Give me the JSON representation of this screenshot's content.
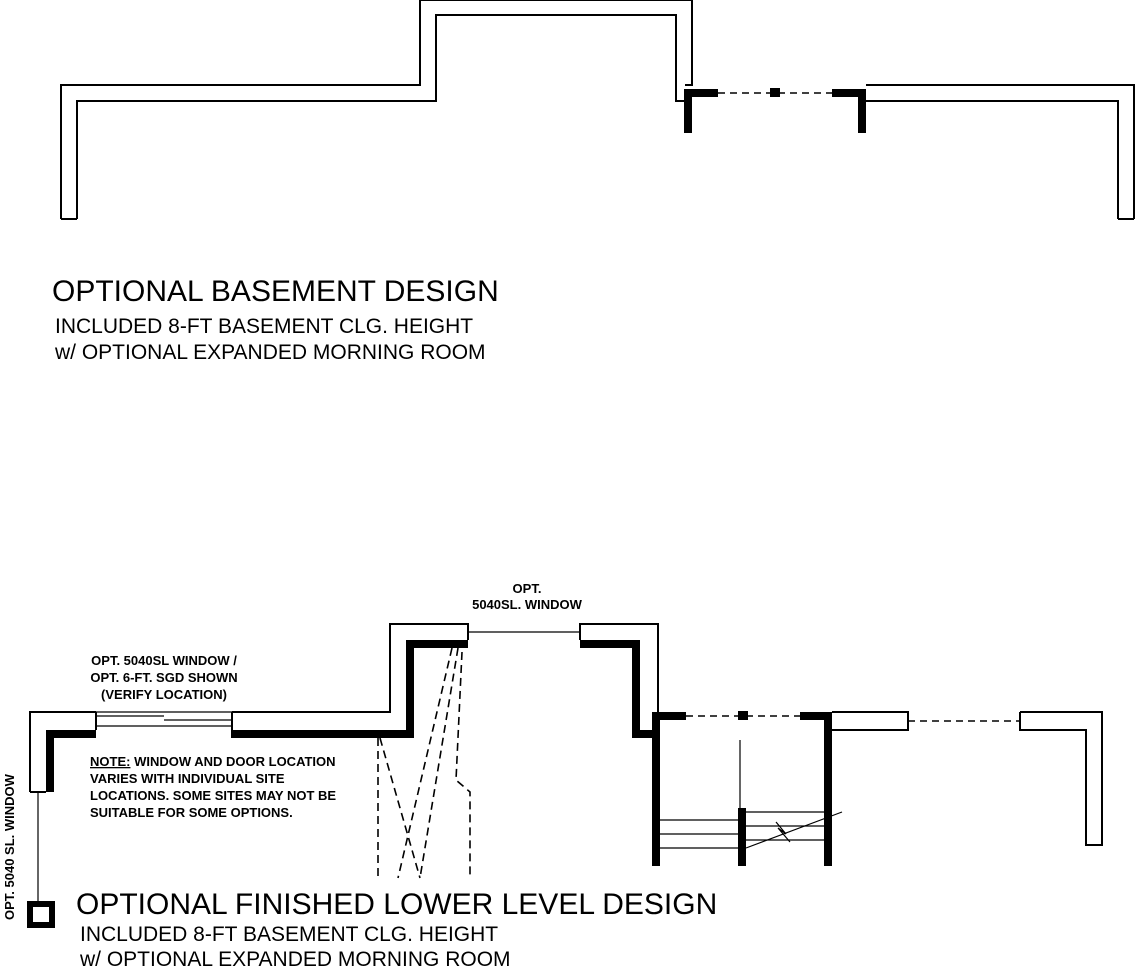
{
  "upper_plan": {
    "title": "OPTIONAL BASEMENT DESIGN",
    "line1": "INCLUDED 8-FT BASEMENT CLG. HEIGHT",
    "line2": "w/ OPTIONAL EXPANDED MORNING ROOM"
  },
  "lower_plan": {
    "title": "OPTIONAL FINISHED LOWER LEVEL DESIGN",
    "line1": "INCLUDED 8-FT BASEMENT CLG. HEIGHT",
    "line2": "w/ OPTIONAL EXPANDED MORNING ROOM",
    "top_window": {
      "line1": "OPT.",
      "line2": "5040SL. WINDOW"
    },
    "left_window": {
      "line1": "OPT. 5040SL WINDOW /",
      "line2": "OPT. 6-FT. SGD SHOWN",
      "line3": "(VERIFY LOCATION)"
    },
    "side_window": "OPT. 5040 SL. WINDOW",
    "note": {
      "prefix": "NOTE:",
      "line1_rest": " WINDOW AND DOOR LOCATION",
      "line2": "VARIES WITH INDIVIDUAL SITE",
      "line3": "LOCATIONS. SOME SITES MAY NOT BE",
      "line4": "SUITABLE FOR SOME OPTIONS."
    }
  }
}
